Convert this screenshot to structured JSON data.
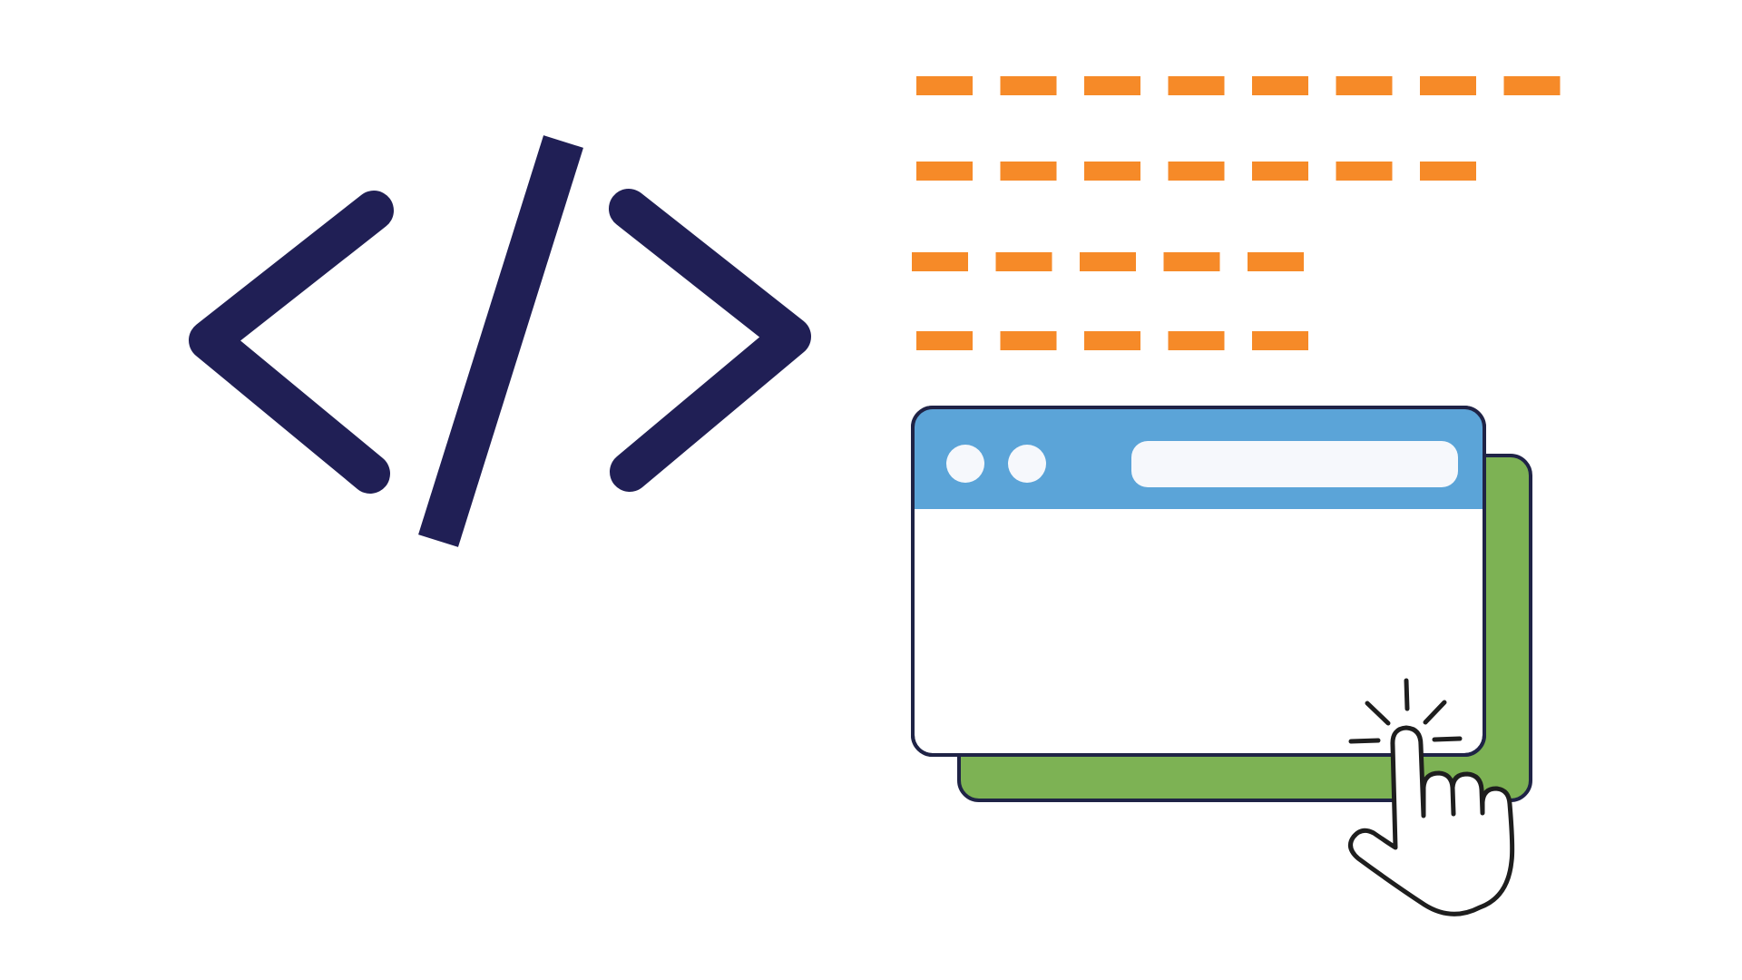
{
  "colors": {
    "background": "#ffffff",
    "code_symbol": "#201F55",
    "dash": "#F68A28",
    "window_front_header": "#5BA4D8",
    "window_front_body": "#ffffff",
    "window_back": "#7DB254",
    "window_outline": "#1F2346",
    "window_dot": "#F6F8FC",
    "address_bar": "#F6F8FC",
    "hand_outline": "#1E1E1E",
    "hand_fill": "#ffffff"
  },
  "illustration": {
    "code_icon": "code-brackets-icon",
    "text_lines_icon": "dashed-text-lines-icon",
    "browser_icon": "browser-window-icon",
    "hand_icon": "pointing-hand-cursor-icon",
    "click_burst_icon": "click-burst-icon",
    "dash_line_counts": [
      8,
      7,
      5,
      5
    ]
  }
}
